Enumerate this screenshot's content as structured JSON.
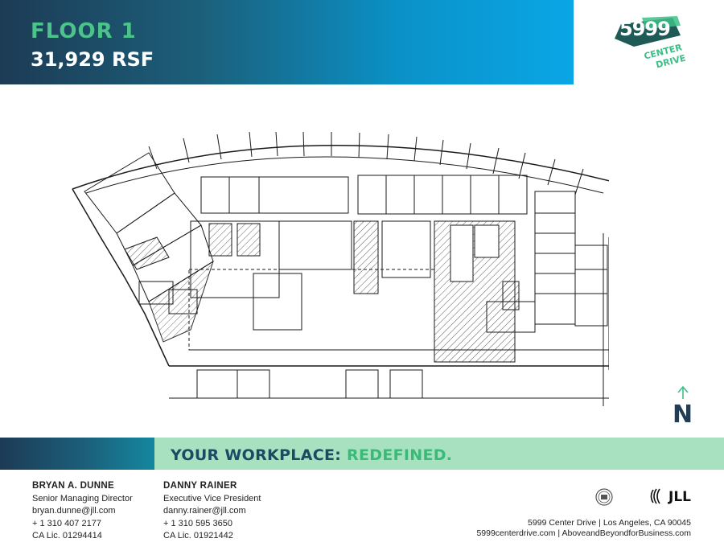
{
  "header": {
    "floor_title": "FLOOR 1",
    "rsf": "31,929 RSF",
    "gradient_colors": [
      "#1d3b55",
      "#0aa6e6"
    ],
    "title_color": "#4cc38a"
  },
  "logo": {
    "number": "5999",
    "line1": "CENTER",
    "line2": "DRIVE",
    "color": "#3dbf87"
  },
  "north_arrow": {
    "letter": "N",
    "icon": "north-arrow-icon"
  },
  "tagline": {
    "part1": "YOUR WORKPLACE: ",
    "part2": "REDEFINED.",
    "band_color": "#a7e1c0"
  },
  "contacts": [
    {
      "name": "BRYAN A. DUNNE",
      "title": "Senior Managing Director",
      "email": "bryan.dunne@jll.com",
      "phone": "+ 1 310 407 2177",
      "license": "CA Lic. 01294414"
    },
    {
      "name": "DANNY RAINER",
      "title": "Executive Vice President",
      "email": "danny.rainer@jll.com",
      "phone": "+ 1 310 595 3650",
      "license": "CA Lic. 01921442"
    }
  ],
  "footer": {
    "brand": "JLL",
    "address": "5999 Center Drive | Los Angeles, CA 90045",
    "links": "5999centerdrive.com | AboveandBeyondforBusiness.com"
  }
}
